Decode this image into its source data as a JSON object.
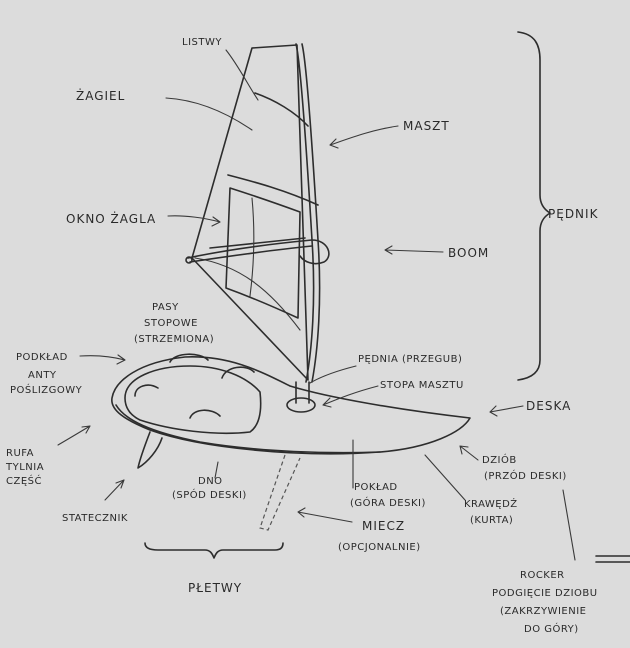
{
  "labels": {
    "listwy": "LISTWY",
    "zagiel": "ŻAGIEL",
    "maszt": "MASZT",
    "okno_zagla": "OKNO ŻAGLA",
    "boom": "BOOM",
    "pednik": "PĘDNIK",
    "pasy_1": "PASY",
    "pasy_2": "STOPOWE",
    "pasy_3": "(STRZEMIONA)",
    "podklad_1": "PODKŁAD",
    "podklad_2": "ANTY",
    "podklad_3": "POŚLIZGOWY",
    "pednia_przegub": "PĘDNIA (PRZEGUB)",
    "stopa_masztu": "STOPA MASZTU",
    "deska": "DESKA",
    "rufa_1": "RUFA",
    "rufa_2": "TYLNIA",
    "rufa_3": "CZĘŚĆ",
    "dno_1": "DNO",
    "dno_2": "(SPÓD DESKI)",
    "poklad_1": "POKŁAD",
    "poklad_2": "(GÓRA DESKI)",
    "dziob_1": "DZIÓB",
    "dziob_2": "(PRZÓD DESKI)",
    "statecznik": "STATECZNIK",
    "krawedz_1": "KRAWĘDŹ",
    "krawedz_2": "(KURTA)",
    "miecz_1": "MIECZ",
    "miecz_2": "(OPCJONALNIE)",
    "pletwy": "PŁETWY",
    "rocker_1": "ROCKER",
    "rocker_2": "PODGIĘCIE DZIOBU",
    "rocker_3": "(ZAKRZYWIENIE",
    "rocker_4": "DO    GÓRY)"
  },
  "colors": {
    "paper": "#dcdcdc",
    "ink": "#2a2a2a"
  }
}
